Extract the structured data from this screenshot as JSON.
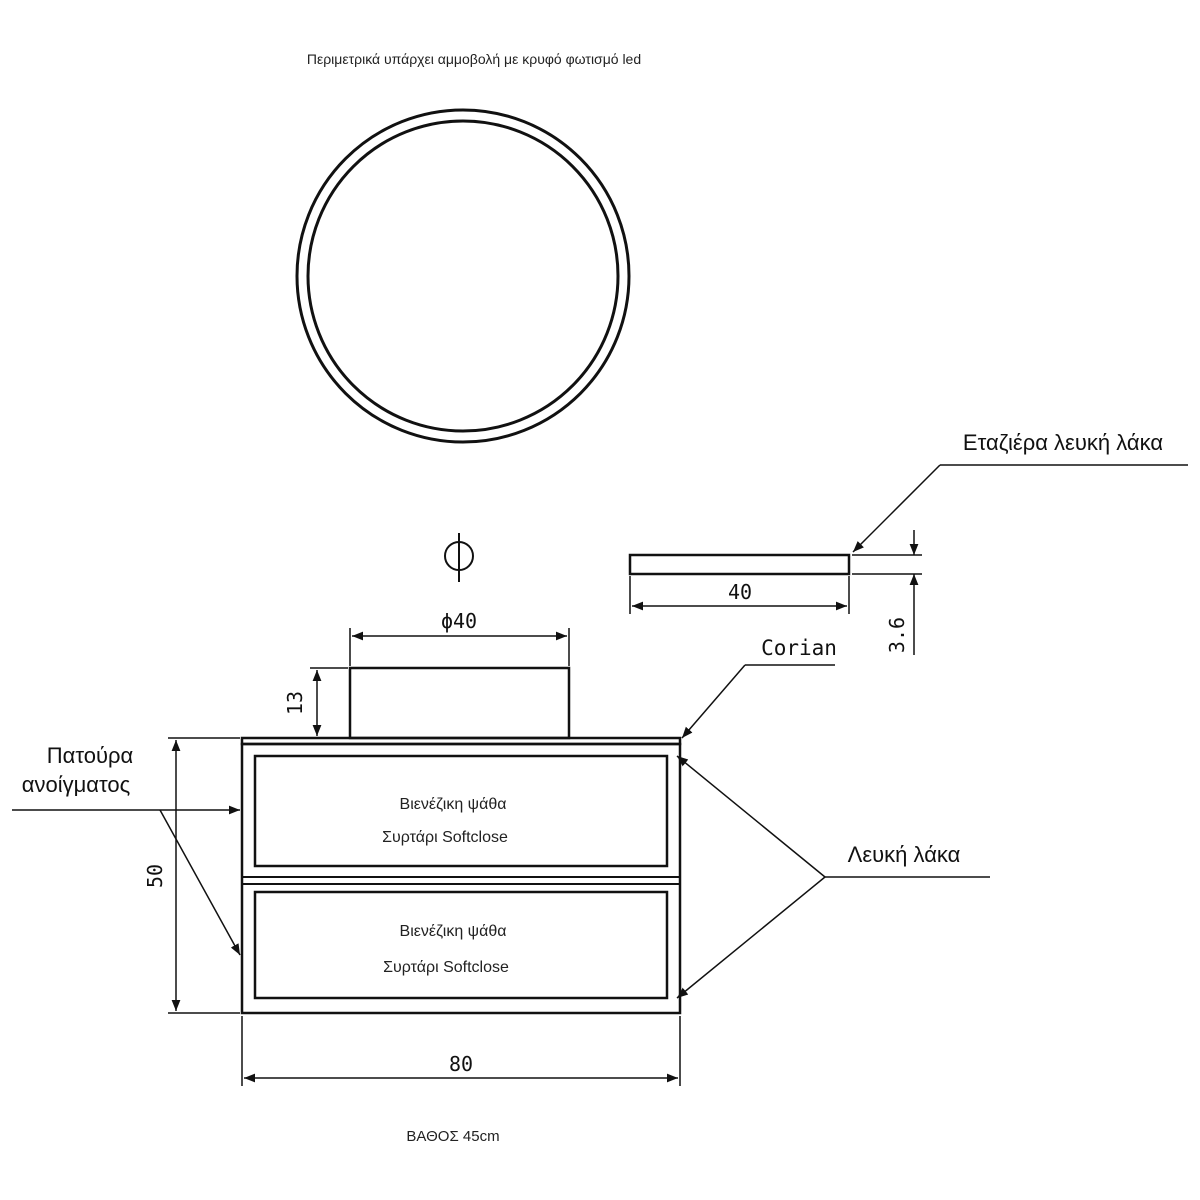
{
  "header_note": "Περιμετρικά υπάρχει αμμοβολή με κρυφό φωτισμό led",
  "mirror_symbol": "diameter-symbol-icon",
  "dimensions": {
    "sink_diameter": "ϕ40",
    "sink_height": "13",
    "cabinet_height": "50",
    "cabinet_width": "80",
    "shelf_width": "40",
    "shelf_thickness": "3.6"
  },
  "labels": {
    "shelf": "Εταζιέρα λευκή λάκα",
    "top": "Corian",
    "plinth_line1": "Πατούρα",
    "plinth_line2": "ανοίγματος",
    "lacquer": "Λευκή λάκα"
  },
  "drawers": [
    {
      "line1": "Βιενέζικη ψάθα",
      "line2": "Συρτάρι Softclose"
    },
    {
      "line1": "Βιενέζικη ψάθα",
      "line2": "Συρτάρι Softclose"
    }
  ],
  "depth_note": "ΒΑΘΟΣ 45cm"
}
